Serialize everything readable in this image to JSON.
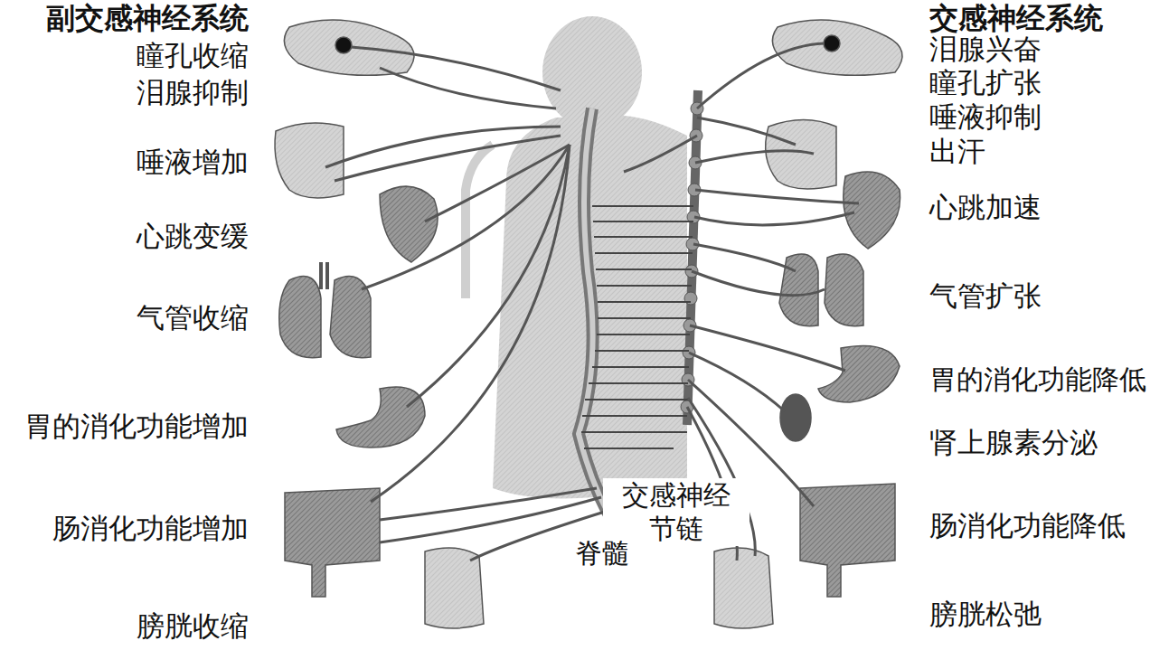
{
  "diagram": {
    "labels": [
      "副交感神经系统",
      "瞳孔收缩",
      "泪腺抑制",
      "唾液增加",
      "心跳变缓",
      "气管收缩",
      "胃的消化功能增加",
      "肠消化功能增加",
      "膀胱收缩",
      "交感神经系统",
      "泪腺兴奋",
      "瞳孔扩张",
      "唾液抑制",
      "出汗",
      "心跳加速",
      "气管扩张",
      "胃的消化功能降低",
      "肾上腺素分泌",
      "肠消化功能降低",
      "膀胱松弛",
      "交感神经 节链",
      "脊髓"
    ]
  }
}
